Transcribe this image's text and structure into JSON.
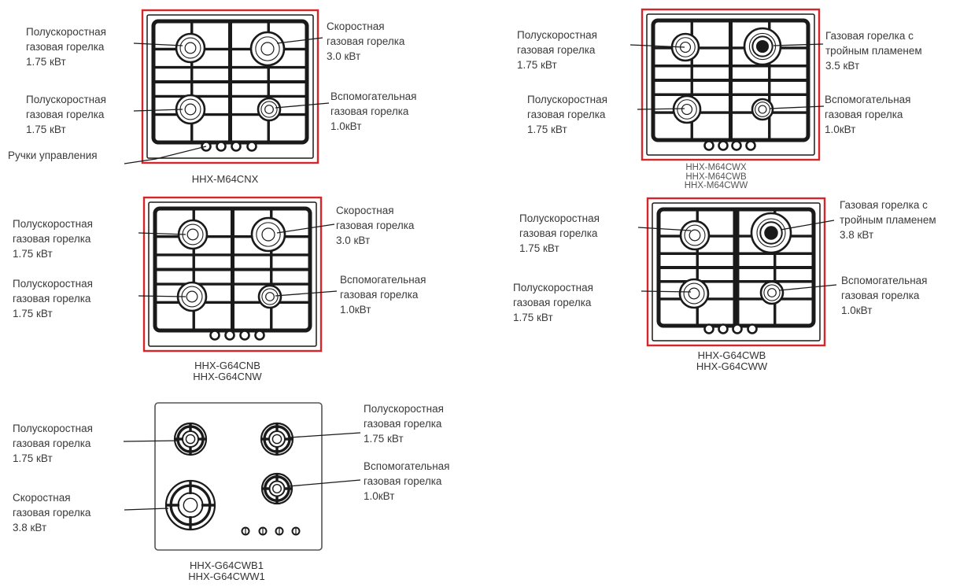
{
  "colors": {
    "frame": "#d6262c",
    "line": "#1a1a1a",
    "text": "#3a3a3a"
  },
  "panels": [
    {
      "models": [
        "HHX-M64CNX"
      ],
      "labels": [
        {
          "id": "p1-tl",
          "lines": [
            "Полускоростная",
            "газовая горелка",
            "1.75 кВт"
          ]
        },
        {
          "id": "p1-tr",
          "lines": [
            "Скоростная",
            "газовая  горелка",
            "3.0 кВт"
          ]
        },
        {
          "id": "p1-bl",
          "lines": [
            "Полускоростная",
            "газовая горелка",
            "1.75 кВт"
          ]
        },
        {
          "id": "p1-br",
          "lines": [
            "Вспомогательная",
            "газовая горелка",
            "1.0кВт"
          ]
        },
        {
          "id": "p1-knobs",
          "lines": [
            "Ручки управления"
          ]
        }
      ]
    },
    {
      "models": [
        "HHX-M64CWX",
        "HHX-M64CWB",
        "HHX-M64CWW"
      ],
      "labels": [
        {
          "id": "p2-tl",
          "lines": [
            "Полускоростная",
            "газовая горелка",
            "1.75 кВт"
          ]
        },
        {
          "id": "p2-tr",
          "lines": [
            "Газовая горелка с",
            "тройным пламенем",
            "3.5 кВт"
          ]
        },
        {
          "id": "p2-bl",
          "lines": [
            "Полускоростная",
            "газовая горелка",
            "1.75 кВт"
          ]
        },
        {
          "id": "p2-br",
          "lines": [
            "Вспомогательная",
            "газовая горелка",
            "1.0кВт"
          ]
        }
      ]
    },
    {
      "models": [
        "HHX-G64CNB",
        "HHX-G64CNW"
      ],
      "labels": [
        {
          "id": "p3-tl",
          "lines": [
            "Полускоростная",
            "газовая горелка",
            "1.75 кВт"
          ]
        },
        {
          "id": "p3-tr",
          "lines": [
            "Скоростная",
            "газовая  горелка",
            "3.0 кВт"
          ]
        },
        {
          "id": "p3-bl",
          "lines": [
            "Полускоростная",
            "газовая горелка",
            "1.75 кВт"
          ]
        },
        {
          "id": "p3-br",
          "lines": [
            "Вспомогательная",
            "газовая горелка",
            "1.0кВт"
          ]
        }
      ]
    },
    {
      "models": [
        "HHX-G64CWB",
        "HHX-G64CWW"
      ],
      "labels": [
        {
          "id": "p4-tl",
          "lines": [
            "Полускоростная",
            "газовая горелка",
            "1.75 кВт"
          ]
        },
        {
          "id": "p4-tr",
          "lines": [
            "Газовая горелка с",
            "тройным пламенем",
            "3.8 кВт"
          ]
        },
        {
          "id": "p4-bl",
          "lines": [
            "Полускоростная",
            "газовая горелка",
            "1.75 кВт"
          ]
        },
        {
          "id": "p4-br",
          "lines": [
            "Вспомогательная",
            "газовая горелка",
            "1.0кВт"
          ]
        }
      ]
    },
    {
      "models": [
        "HHX-G64CWB1",
        "HHX-G64CWW1"
      ],
      "labels": [
        {
          "id": "p5-tl",
          "lines": [
            "Полускоростная",
            "газовая горелка",
            "1.75 кВт"
          ]
        },
        {
          "id": "p5-bl",
          "lines": [
            "Скоростная",
            "газовая  горелка",
            "3.8 кВт"
          ]
        },
        {
          "id": "p5-tr",
          "lines": [
            "Полускоростная",
            "газовая горелка",
            "1.75 кВт"
          ]
        },
        {
          "id": "p5-br",
          "lines": [
            "Вспомогательная",
            "газовая горелка",
            "1.0кВт"
          ]
        }
      ]
    }
  ]
}
